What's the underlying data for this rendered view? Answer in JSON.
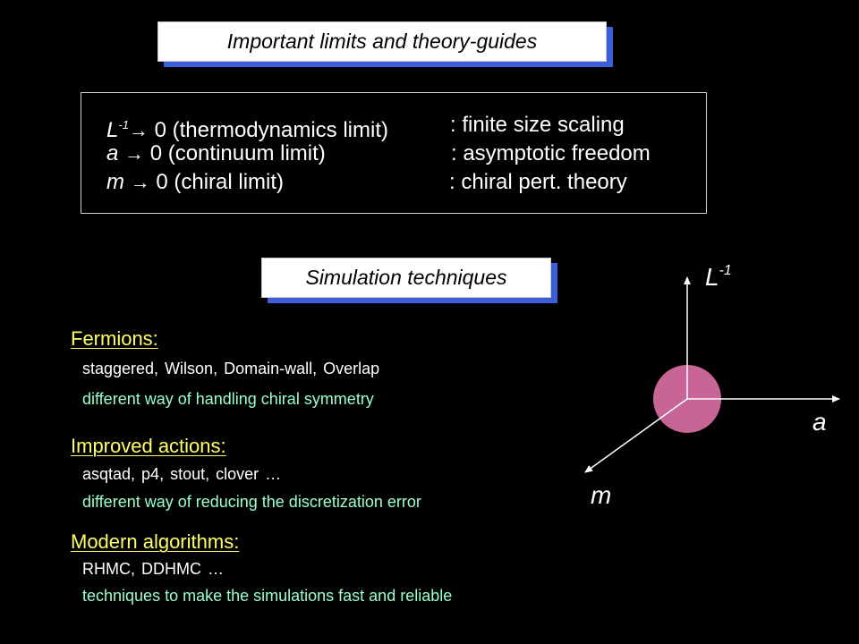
{
  "titles": {
    "limits": "Important limits  and theory-guides",
    "techniques": "Simulation techniques"
  },
  "limits": [
    {
      "symbol": "L",
      "sup": "-1",
      "arrow": "→",
      "lhs_rest": " 0  (thermodynamics limit)",
      "rhs": ": finite size scaling"
    },
    {
      "symbol": "a",
      "sup": "",
      "arrow": "→",
      "lhs_rest": " 0 (continuum limit)",
      "rhs": ": asymptotic freedom"
    },
    {
      "symbol": "m",
      "sup": "",
      "arrow": "→",
      "lhs_rest": " 0  (chiral limit)",
      "rhs": ": chiral pert. theory"
    }
  ],
  "sections": {
    "fermions": {
      "head": "Fermions:",
      "items": "staggered,  Wilson,  Domain-wall, Overlap",
      "desc": "different way of handling chiral symmetry"
    },
    "improved": {
      "head": "Improved actions:",
      "items": "asqtad,     p4,  stout,  clover …",
      "desc": "different way of reducing the discretization error"
    },
    "algorithms": {
      "head": "Modern algorithms:",
      "items": "RHMC, DDHMC …",
      "desc": "techniques to make the simulations fast and reliable"
    }
  },
  "diagram": {
    "label_L": "L",
    "label_L_sup": "-1",
    "label_a": "a",
    "label_m": "m",
    "circle_color": "#c86496",
    "axis_color": "#ffffff"
  },
  "colors": {
    "background": "#000000",
    "heading": "#ffff66",
    "description": "#99ffcc",
    "title_shadow": "#3a5fd9"
  }
}
